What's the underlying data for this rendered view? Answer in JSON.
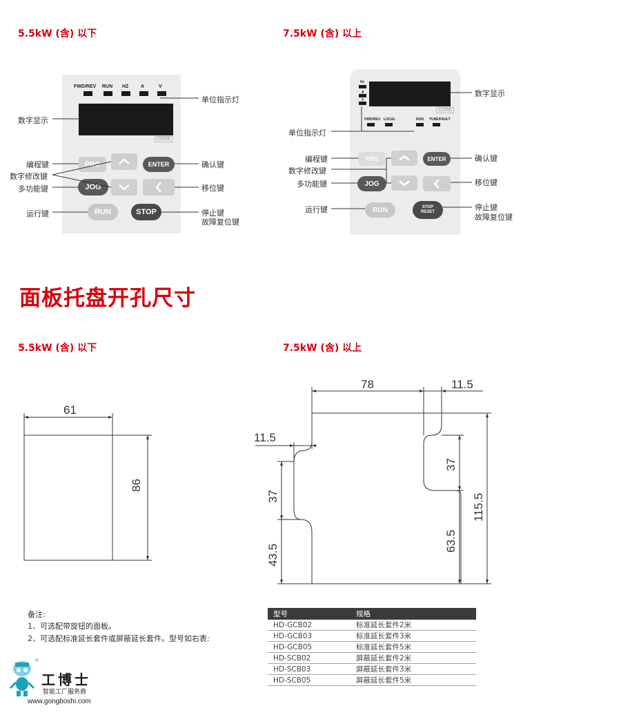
{
  "headings": {
    "left_small": "5.5kW (含) 以下",
    "right_small": "7.5kW (含) 以上",
    "main_title": "面板托盘开孔尺寸"
  },
  "panel_small": {
    "indicators": [
      "FWD/REV",
      "RUN",
      "HZ",
      "A",
      "V"
    ],
    "buttons": {
      "prg": "PRG",
      "enter": "ENTER",
      "jog": "JOG",
      "run": "RUN",
      "stop": "STOP"
    },
    "core": "CORE",
    "callouts": {
      "unit_indicator": "单位指示灯",
      "digital_display": "数字显示",
      "program_key": "编程键",
      "digit_modify_key": "数字修改键",
      "multi_function_key": "多功能键",
      "run_key": "运行键",
      "confirm_key": "确认键",
      "shift_key": "移位键",
      "stop_key_1": "停止键",
      "stop_key_2": "故障复位键"
    }
  },
  "panel_large": {
    "indicators_side": [
      "Hz",
      "A",
      "V"
    ],
    "indicators_bottom": [
      "FWD/REV",
      "LOCAL",
      "RUN",
      "TUNE/FAULT"
    ],
    "buttons": {
      "prg": "PRG",
      "enter": "ENTER",
      "jog": "JOG",
      "run": "RUN",
      "stop_1": "STOP",
      "stop_2": "RESET"
    },
    "core": "CORE",
    "callouts": {
      "digital_display": "数字显示",
      "unit_indicator": "单位指示灯",
      "program_key": "编程键",
      "digit_modify_key": "数字修改键",
      "multi_function_key": "多功能键",
      "run_key": "运行键",
      "confirm_key": "确认键",
      "shift_key": "移位键",
      "stop_key_1": "停止键",
      "stop_key_2": "故障复位键"
    }
  },
  "dimensions_small": {
    "width": "61",
    "height": "86"
  },
  "dimensions_large": {
    "top_width": "78",
    "top_right": "11.5",
    "left_notch": "11.5",
    "left_mid": "37",
    "left_bottom": "43.5",
    "right_mid": "37",
    "right_bottom": "63.5",
    "total_height": "115.5"
  },
  "notes": {
    "title": "备注:",
    "line1": "1、可选配带旋钮的面板。",
    "line2": "2、可选配标准延长套件或屏蔽延长套件。型号如右表:"
  },
  "spec_table": {
    "headers": [
      "型号",
      "规格"
    ],
    "rows": [
      [
        "HD-GCB02",
        "标准延长套件2米"
      ],
      [
        "HD-GCB03",
        "标准延长套件3米"
      ],
      [
        "HD-GCB05",
        "标准延长套件5米"
      ],
      [
        "HD-SCB02",
        "屏蔽延长套件2米"
      ],
      [
        "HD-SCB03",
        "屏蔽延长套件3米"
      ],
      [
        "HD-SCB05",
        "屏蔽延长套件5米"
      ]
    ]
  },
  "watermark": {
    "brand": "工博士",
    "slogan": "智能工厂服务商",
    "url": "www.gongboshi.com",
    "registered": "®"
  },
  "colors": {
    "accent_red": "#d7000f",
    "panel_gray": "#ececec",
    "screen": "#1a1a1a",
    "table_header": "#3a3a3a",
    "brand_teal": "#1aa3b8"
  }
}
